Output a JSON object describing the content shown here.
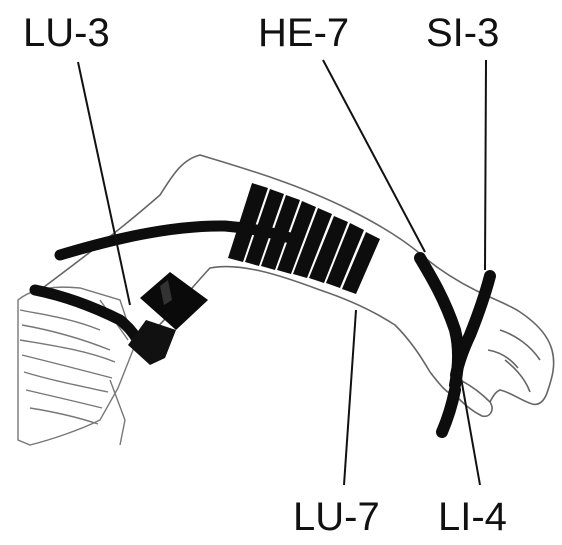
{
  "labels": {
    "lu3": "LU-3",
    "he7": "HE-7",
    "si3": "SI-3",
    "lu7": "LU-7",
    "li4": "LI-4"
  },
  "colors": {
    "ink": "#111111",
    "strap": "#0d0d0d",
    "outline": "#555555",
    "background": "#ffffff"
  }
}
